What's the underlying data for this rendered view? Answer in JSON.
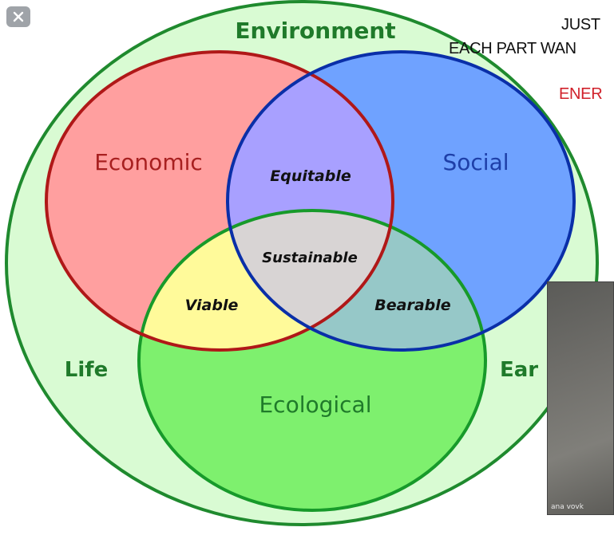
{
  "diagram": {
    "outer_label": "Environment",
    "left_label": "Life",
    "right_label": "Ear",
    "circles": [
      {
        "label": "Economic",
        "fill": "#ff9f9f",
        "stroke": "#b01818"
      },
      {
        "label": "Social",
        "fill": "#6fa2ff",
        "stroke": "#0a2fa8"
      },
      {
        "label": "Ecological",
        "fill": "#7ef06e",
        "stroke": "#179a2a"
      }
    ],
    "overlaps": {
      "economic_social": "Equitable",
      "economic_ecological": "Viable",
      "social_ecological": "Bearable",
      "center": "Sustainable"
    },
    "colors": {
      "outer_fill": "#d9fbd3",
      "outer_stroke": "#1f8a2e",
      "label_green": "#1f7a2a",
      "overlap_es": "#a8a0ff",
      "overlap_eeco": "#fffa9a",
      "overlap_seco": "#96c8c8",
      "overlap_center": "#d8d4d4"
    }
  },
  "side_notes": {
    "line1": "JUST",
    "line2": "EACH PART WAN",
    "line3": "ENER",
    "line3_color": "#d0202a"
  },
  "video": {
    "name": "ana vovk"
  },
  "close_icon": "close-icon"
}
